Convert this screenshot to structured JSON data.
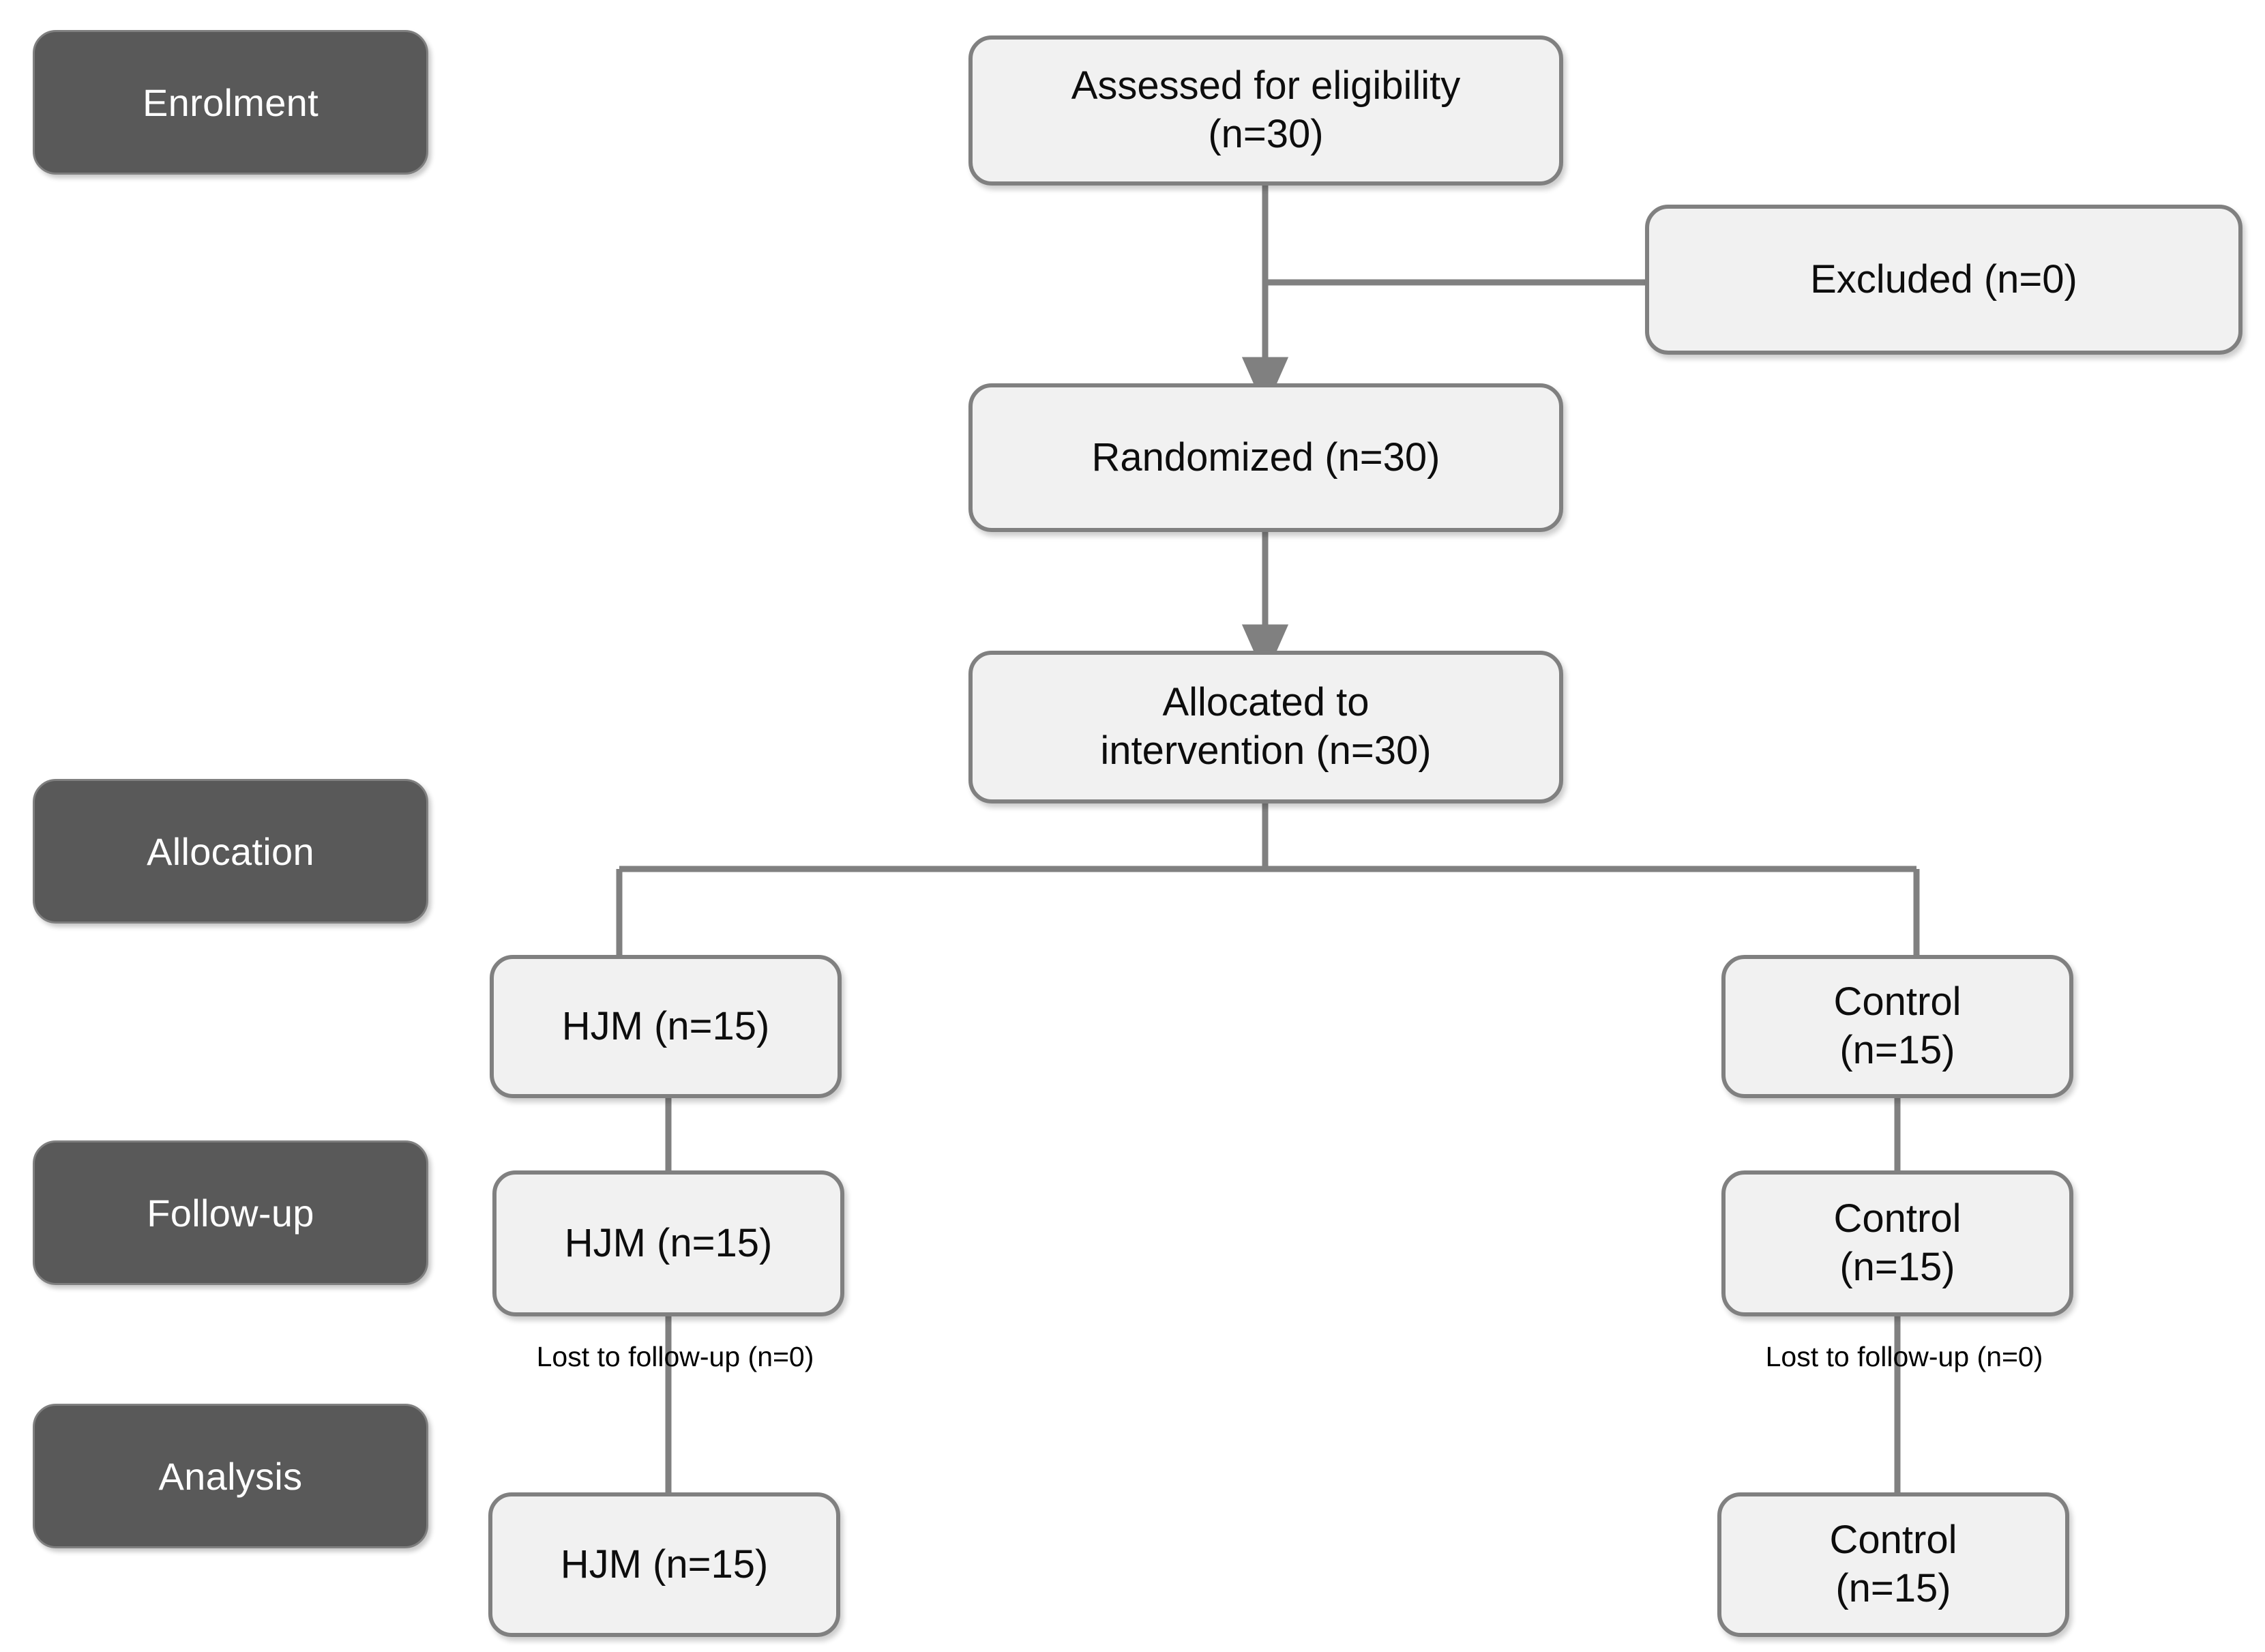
{
  "diagram": {
    "title": "CONSORT participant flow diagram",
    "colors": {
      "stage_fill": "#595959",
      "stage_border": "#7f7f7f",
      "stage_text": "#ffffff",
      "node_fill": "#f1f1f1",
      "node_border": "#808080",
      "node_text": "#0d0d0d",
      "connector": "#808080",
      "background": "#ffffff"
    }
  },
  "stages": [
    {
      "id": "enrolment",
      "label": "Enrolment"
    },
    {
      "id": "allocation",
      "label": "Allocation"
    },
    {
      "id": "followup",
      "label": "Follow-up"
    },
    {
      "id": "analysis",
      "label": "Analysis"
    }
  ],
  "nodes": [
    {
      "id": "assessed",
      "label": "Assessed for eligibility\n(n=30)"
    },
    {
      "id": "excluded",
      "label": "Excluded (n=0)"
    },
    {
      "id": "randomized",
      "label": "Randomized (n=30)"
    },
    {
      "id": "allocated",
      "label": "Allocated to\nintervention (n=30)"
    },
    {
      "id": "hjm-alloc",
      "label": "HJM (n=15)"
    },
    {
      "id": "control-alloc",
      "label": "Control\n(n=15)"
    },
    {
      "id": "hjm-follow",
      "label": "HJM (n=15)"
    },
    {
      "id": "control-follow",
      "label": "Control\n(n=15)"
    },
    {
      "id": "hjm-analysis",
      "label": "HJM (n=15)"
    },
    {
      "id": "control-analysis",
      "label": "Control\n(n=15)"
    }
  ],
  "notes": [
    {
      "id": "lost-left",
      "label": "Lost to follow-up (n=0)"
    },
    {
      "id": "lost-right",
      "label": "Lost to follow-up (n=0)"
    }
  ]
}
